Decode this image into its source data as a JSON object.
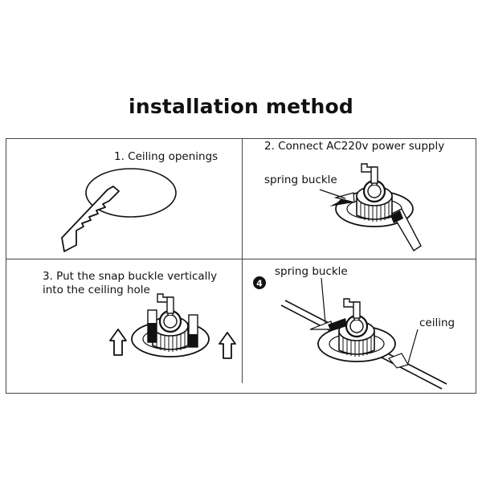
{
  "title": "installation method",
  "steps": [
    {
      "label": "1. Ceiling openings"
    },
    {
      "label": "2. Connect AC220v power supply",
      "callout": "spring buckle"
    },
    {
      "label_line1": "3. Put the snap buckle vertically",
      "label_line2": "into the ceiling hole"
    },
    {
      "number": "4",
      "callout": "spring buckle",
      "ceiling_label": "ceiling"
    }
  ],
  "icons": [
    "saw-icon",
    "lamp-icon",
    "up-arrow-icon",
    "step-number-badge-icon"
  ],
  "colors": {
    "ink": "#111111",
    "background": "#ffffff",
    "frame": "#444444"
  }
}
